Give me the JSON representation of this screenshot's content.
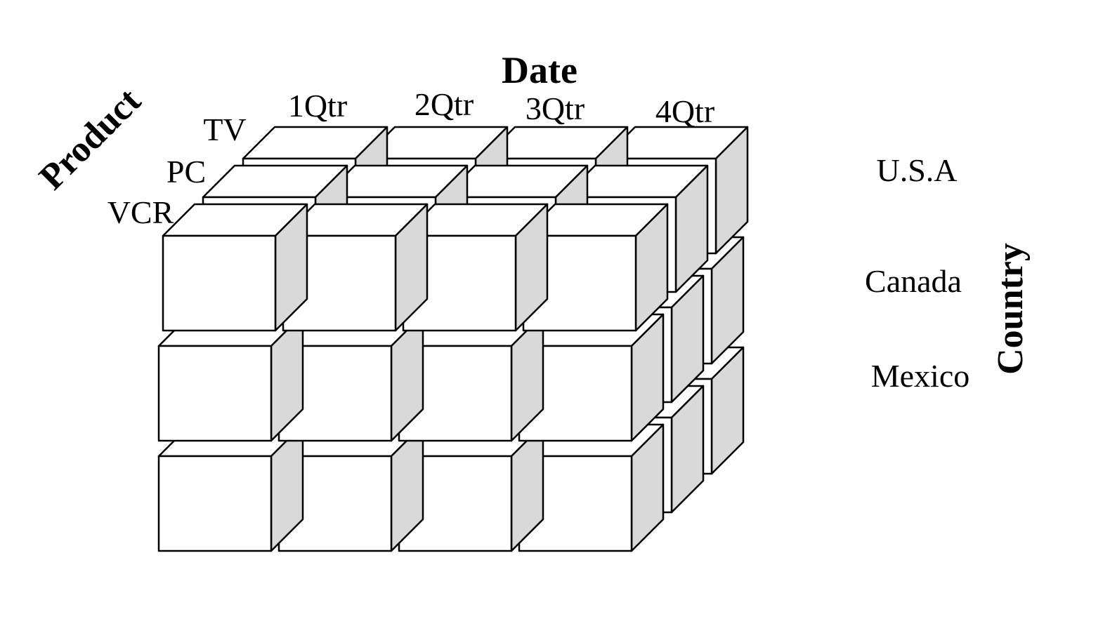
{
  "dimensions": {
    "date": {
      "title": "Date",
      "members": [
        "1Qtr",
        "2Qtr",
        "3Qtr",
        "4Qtr"
      ]
    },
    "product": {
      "title": "Product",
      "members": [
        "TV",
        "PC",
        "VCR"
      ]
    },
    "country": {
      "title": "Country",
      "members": [
        "U.S.A",
        "Canada",
        "Mexico"
      ]
    }
  },
  "colors": {
    "face": "#ffffff",
    "side": "#d9d9d9",
    "stroke": "#000000",
    "background": "#ffffff"
  }
}
